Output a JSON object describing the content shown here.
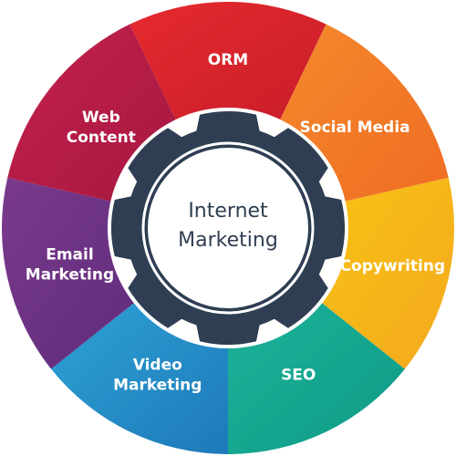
{
  "center": {
    "line1": "Internet",
    "line2": "Marketing"
  },
  "segments": [
    {
      "key": "orm",
      "lines": [
        "ORM"
      ],
      "color": "#e52a2e",
      "color2": "#c81d2a"
    },
    {
      "key": "social",
      "lines": [
        "Social Media"
      ],
      "color": "#f4892c",
      "color2": "#ef6c23"
    },
    {
      "key": "copy",
      "lines": [
        "Copywriting"
      ],
      "color": "#f8c414",
      "color2": "#f4a81e"
    },
    {
      "key": "seo",
      "lines": [
        "SEO"
      ],
      "color": "#1db39b",
      "color2": "#0f9a86"
    },
    {
      "key": "video",
      "lines": [
        "Video",
        "Marketing"
      ],
      "color": "#2ea3d6",
      "color2": "#1e79b9"
    },
    {
      "key": "email",
      "lines": [
        "Email",
        "Marketing"
      ],
      "color": "#7a3a8c",
      "color2": "#5f2b7a"
    },
    {
      "key": "web",
      "lines": [
        "Web",
        "Content"
      ],
      "color": "#c4204e",
      "color2": "#a5183f"
    }
  ],
  "gear_color": "#2f3e52"
}
